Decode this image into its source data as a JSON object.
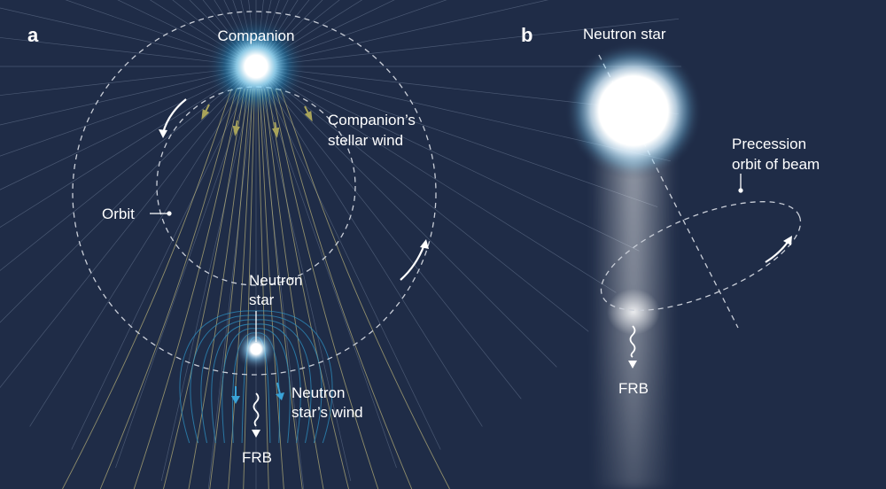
{
  "panel_a": {
    "letter": "a",
    "companion_label": "Companion",
    "stellar_wind_label_line1": "Companion’s",
    "stellar_wind_label_line2": "stellar wind",
    "orbit_label": "Orbit",
    "neutron_star_label_line1": "Neutron",
    "neutron_star_label_line2": "star",
    "ns_wind_label_line1": "Neutron",
    "ns_wind_label_line2": "star’s wind",
    "frb_label": "FRB"
  },
  "panel_b": {
    "letter": "b",
    "neutron_star_label": "Neutron star",
    "precession_label_line1": "Precession",
    "precession_label_line2": "orbit of beam",
    "frb_label": "FRB"
  },
  "colors": {
    "background": "#1f2c47",
    "wind_lines": "#bfb77a",
    "wind_arrows": "#a9a45a",
    "ns_field_lines": "#2e8fc0",
    "ns_wind_arrows": "#3aa3d8",
    "dashed": "#c9ced8"
  }
}
